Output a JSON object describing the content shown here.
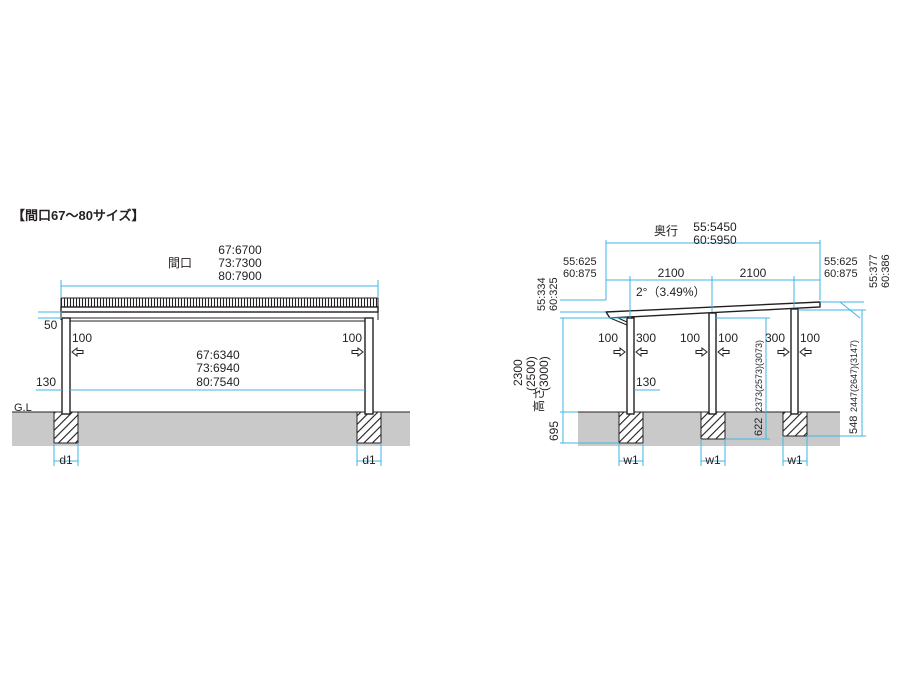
{
  "title": "【間口67〜80サイズ】",
  "front": {
    "ground_label": "G.L",
    "overall_label": "間口",
    "overall_67": "67:6700",
    "overall_73": "73:7300",
    "overall_80": "80:7900",
    "inner_67": "67:6340",
    "inner_73": "73:6940",
    "inner_80": "80:7540",
    "roof_thickness": "50",
    "post_left_100": "100",
    "post_right_100": "100",
    "beam_130": "130",
    "footing_left": "d1",
    "footing_right": "d1"
  },
  "side": {
    "depth_label": "奥行",
    "depth_55": "55:5450",
    "depth_60": "60:5950",
    "overhang_left_55": "55:625",
    "overhang_left_60": "60:875",
    "overhang_right_55": "55:625",
    "overhang_right_60": "60:875",
    "span_1": "2100",
    "span_2": "2100",
    "slope": "2°（3.49%）",
    "roof_left_55": "55:334",
    "roof_left_60": "60:325",
    "roof_right_55": "55:377",
    "roof_right_60": "60:386",
    "height_label": "高さ",
    "height_1": "2300",
    "height_2": "(2500)",
    "height_3": "(3000)",
    "depth_695": "695",
    "beam_130": "130",
    "post1_100": "100",
    "post1_300": "300",
    "post2_100a": "100",
    "post2_100b": "100",
    "post3_300": "300",
    "post3_100": "100",
    "mid_height": "2373(2573)(3073)",
    "mid_footing": "622",
    "right_height": "2447(2647)(3147)",
    "right_footing": "548",
    "footing_1": "w1",
    "footing_2": "w1",
    "footing_3": "w1"
  },
  "colors": {
    "dimension": "#3fb6e6",
    "ground": "#c9c9c9",
    "line": "#231f20"
  }
}
